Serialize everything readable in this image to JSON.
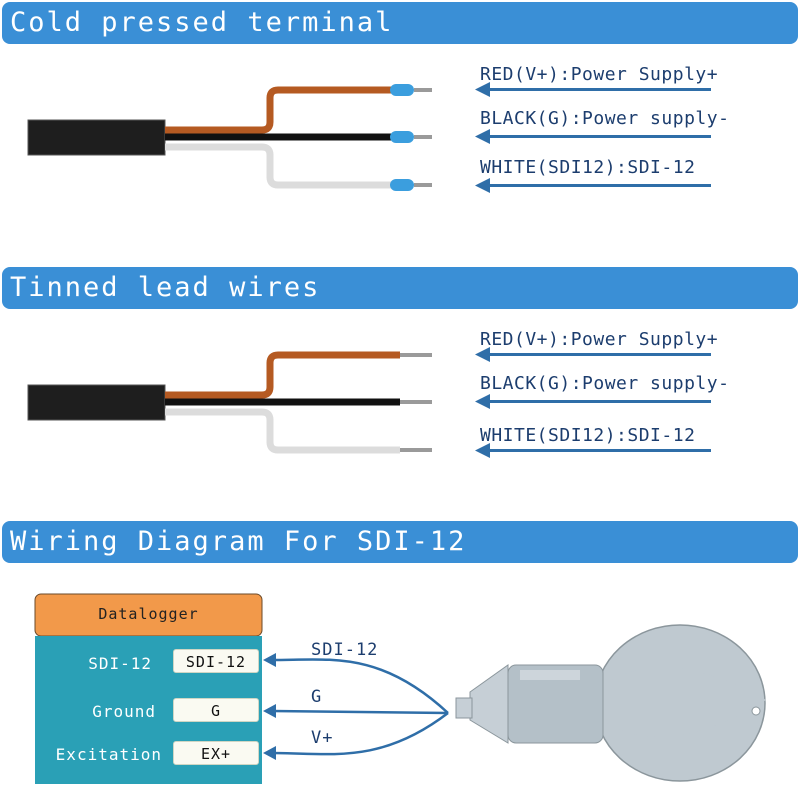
{
  "sections": [
    {
      "title": "Cold pressed terminal",
      "labels": [
        "RED(V+):Power Supply+",
        "BLACK(G):Power supply-",
        "WHITE(SDI12):SDI-12"
      ]
    },
    {
      "title": "Tinned lead wires",
      "labels": [
        "RED(V+):Power Supply+",
        "BLACK(G):Power supply-",
        "WHITE(SDI12):SDI-12"
      ]
    },
    {
      "title": "Wiring Diagram For SDI-12"
    }
  ],
  "datalogger": {
    "title": "Datalogger",
    "rows": [
      {
        "name": "SDI-12",
        "terminal": "SDI-12",
        "signal": "SDI-12"
      },
      {
        "name": "Ground",
        "terminal": "G",
        "signal": "G"
      },
      {
        "name": "Excitation",
        "terminal": "EX+",
        "signal": "V+"
      }
    ]
  },
  "colors": {
    "banner": "#3a8fd6",
    "arrow": "#2f6ea8",
    "wire_red": "#b55a22",
    "wire_black": "#111111",
    "wire_white": "#dcdcdc",
    "ferrule": "#3b9ede",
    "datalogger_header": "#f2994a",
    "datalogger_body": "#2aa0b6",
    "sensor": "#bfc9d0"
  }
}
